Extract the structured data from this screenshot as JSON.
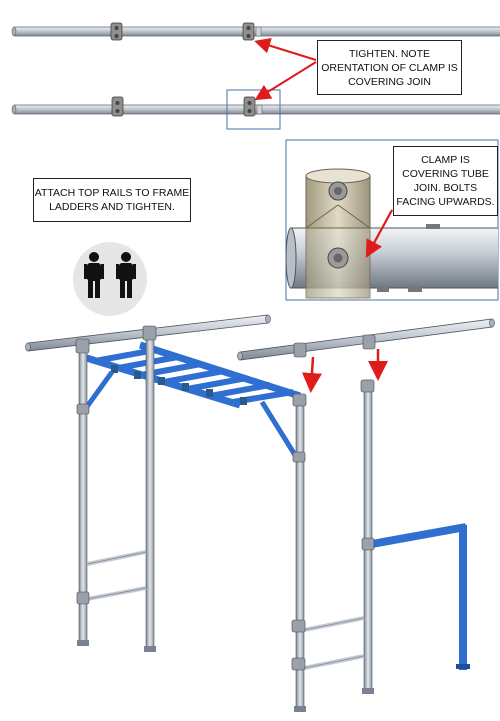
{
  "notes": {
    "tighten": [
      "TIGHTEN. NOTE",
      "ORENTATION OF CLAMP IS",
      "COVERING JOIN"
    ],
    "attach": [
      "ATTACH TOP RAILS TO FRAME",
      "LADDERS AND TIGHTEN."
    ],
    "clamp": [
      "CLAMP IS",
      "COVERING TUBE",
      "JOIN. BOLTS",
      "FACING UPWARDS."
    ]
  },
  "icons": {
    "people": "two-person-lift-icon"
  },
  "colors": {
    "arrow": "#e01b1b",
    "steel": "#b9c0c9",
    "blue": "#2f6fd1",
    "frame": "#3a5fa8"
  }
}
